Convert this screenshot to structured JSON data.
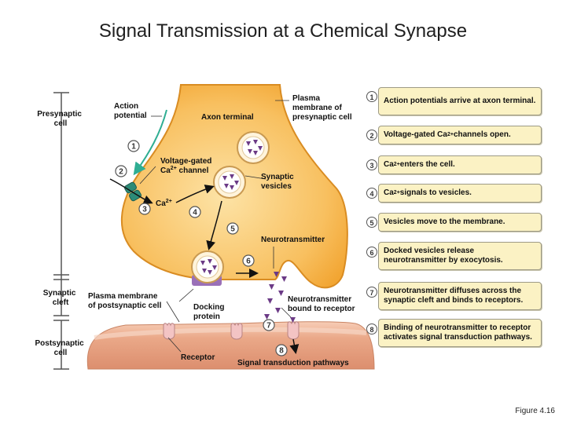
{
  "title": "Signal Transmission at a Chemical Synapse",
  "figure_label": "Figure 4.16",
  "regions": {
    "presynaptic": [
      "Presynaptic",
      "cell"
    ],
    "synaptic_cleft": [
      "Synaptic",
      "cleft"
    ],
    "postsynaptic": [
      "Postsynaptic",
      "cell"
    ]
  },
  "labels": {
    "action_potential": [
      "Action",
      "potential"
    ],
    "axon_terminal": "Axon terminal",
    "plasma_membrane_pre": [
      "Plasma",
      "membrane of",
      "presynaptic cell"
    ],
    "voltage_gated": [
      "Voltage-gated",
      "Ca",
      "2+",
      " channel"
    ],
    "ca": "Ca",
    "ca_sup": "2+",
    "synaptic_vesicles": [
      "Synaptic",
      "vesicles"
    ],
    "neurotransmitter": "Neurotransmitter",
    "plasma_membrane_post": [
      "Plasma membrane",
      "of postsynaptic cell"
    ],
    "docking_protein": [
      "Docking",
      "protein"
    ],
    "nt_bound": [
      "Neurotransmitter",
      "bound to receptor"
    ],
    "receptor": "Receptor",
    "signal_pathways": "Signal transduction pathways"
  },
  "diagram_step_numbers": [
    "1",
    "2",
    "3",
    "4",
    "5",
    "6",
    "7",
    "8"
  ],
  "steps": [
    {
      "num": "1",
      "text": "Action potentials arrive at axon terminal."
    },
    {
      "num": "2",
      "text": "Voltage-gated Ca2+ channels open."
    },
    {
      "num": "3",
      "text": "Ca2+ enters the cell."
    },
    {
      "num": "4",
      "text": "Ca2+ signals to vesicles."
    },
    {
      "num": "5",
      "text": "Vesicles move to the membrane."
    },
    {
      "num": "6",
      "text": "Docked vesicles release neurotransmitter by exocytosis."
    },
    {
      "num": "7",
      "text": "Neurotransmitter diffuses across the synaptic cleft and binds to receptors."
    },
    {
      "num": "8",
      "text": "Binding of neurotransmitter to receptor activates signal transduction pathways."
    }
  ],
  "colors": {
    "axon_fill": "#f8b84a",
    "axon_highlight": "#fde3a6",
    "post_fill": "#e9a98a",
    "step_box": "#fbf2c4",
    "arrow_teal": "#2fae93",
    "neurotransmitter": "#6b3a86"
  }
}
